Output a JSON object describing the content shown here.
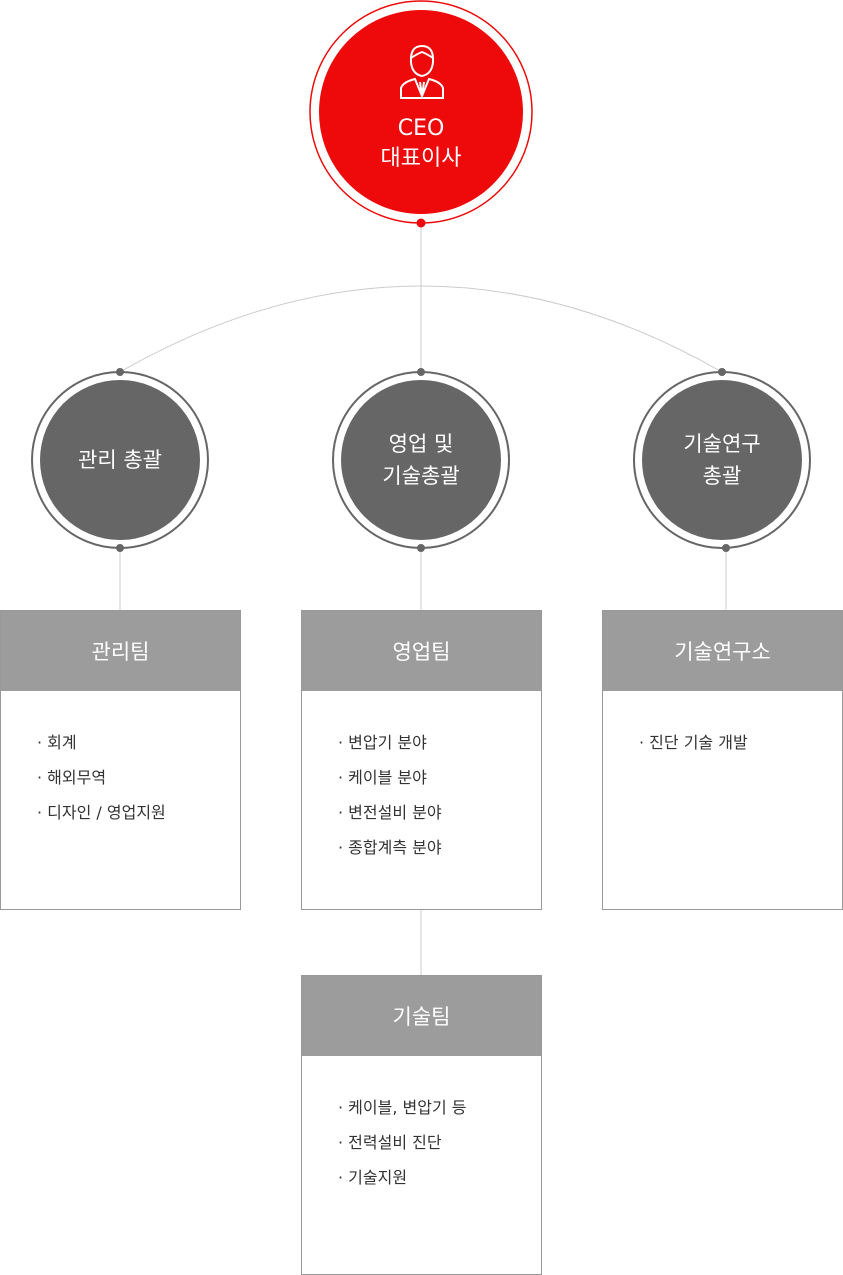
{
  "ceo": {
    "line1": "CEO",
    "line2": "대표이사",
    "icon": "person-suit-icon",
    "color": "#ee0a0a"
  },
  "divisions": [
    {
      "line1": "관리 총괄",
      "line2": ""
    },
    {
      "line1": "영업 및",
      "line2": "기술총괄"
    },
    {
      "line1": "기술연구",
      "line2": "총괄"
    }
  ],
  "teams": [
    {
      "title": "관리팀",
      "items": [
        "회계",
        "해외무역",
        "디자인 / 영업지원"
      ]
    },
    {
      "title": "영업팀",
      "items": [
        "변압기 분야",
        "케이블 분야",
        "변전설비 분야",
        "종합계측 분야"
      ]
    },
    {
      "title": "기술연구소",
      "items": [
        "진단 기술 개발"
      ]
    },
    {
      "title": "기술팀",
      "items": [
        "케이블, 변압기 등",
        "전력설비 진단",
        "기술지원"
      ]
    }
  ]
}
